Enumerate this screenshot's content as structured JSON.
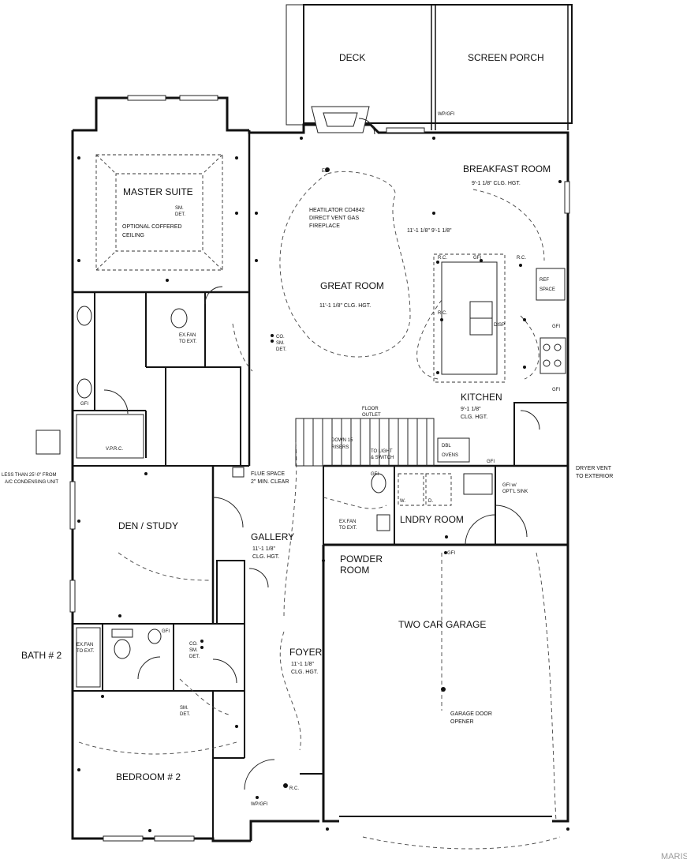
{
  "rooms": {
    "deck": "DECK",
    "screen_porch": "SCREEN PORCH",
    "breakfast_room": "BREAKFAST ROOM",
    "breakfast_ceiling": "9'-1 1/8\" CLG. HGT.",
    "master_suite": "MASTER SUITE",
    "optional_ceiling_1": "OPTIONAL COFFERED",
    "optional_ceiling_2": "CEILING",
    "great_room": "GREAT ROOM",
    "great_room_ceiling": "11'-1 1/8\" CLG. HGT.",
    "kitchen": "KITCHEN",
    "kitchen_ceiling_1": "9'-1 1/8\"",
    "kitchen_ceiling_2": "CLG. HGT.",
    "den_study": "DEN / STUDY",
    "gallery": "GALLERY",
    "gallery_ceiling_1": "11'-1 1/8\"",
    "gallery_ceiling_2": "CLG. HGT.",
    "powder_room_1": "POWDER",
    "powder_room_2": "ROOM",
    "laundry_room": "LNDRY ROOM",
    "two_car_garage": "TWO CAR GARAGE",
    "foyer": "FOYER",
    "foyer_ceiling_1": "11'-1 1/8\"",
    "foyer_ceiling_2": "CLG. HGT.",
    "bath_2": "BATH # 2",
    "bedroom_2": "BEDROOM # 2"
  },
  "notes": {
    "fireplace_1": "HEATILATOR CD4842",
    "fireplace_2": "DIRECT VENT GAS",
    "fireplace_3": "FIREPLACE",
    "ceiling_break": "11'-1 1/8\" 9'-1 1/8\"",
    "ref_space_1": "REF",
    "ref_space_2": "SPACE",
    "dbl_ovens_1": "DBL",
    "dbl_ovens_2": "OVENS",
    "floor_outlet_1": "FLOOR",
    "floor_outlet_2": "OUTLET",
    "stairs_1": "DOWN 15",
    "stairs_2": "RISERS",
    "stairs_3": "TO LIGHT",
    "stairs_4": "& SWITCH",
    "flue_space_1": "FLUE SPACE",
    "flue_space_2": "2\" MIN. CLEAR",
    "dryer_vent_1": "DRYER VENT",
    "dryer_vent_2": "TO EXTERIOR",
    "gfi_sink_1": "GFI w/",
    "gfi_sink_2": "OPT'L SINK",
    "exfan_1": "EX.FAN",
    "exfan_2": "TO EXT.",
    "ac_note_1": "LESS THAN 25'-0\" FROM",
    "ac_note_2": "A/C CONDENSING UNIT",
    "garage_opener_1": "GARAGE DOOR",
    "garage_opener_2": "OPENER",
    "sm_det_1": "SM.",
    "sm_det_2": "DET.",
    "co": "CO.",
    "gfi": "GFI",
    "wp_gfi": "WP/GFI",
    "rc": "R.C.",
    "eb": "EB",
    "disp": "DISP",
    "washer": "W.",
    "dryer": "D.",
    "vprc": "V.P.R.C."
  },
  "watermark": "MARIS"
}
